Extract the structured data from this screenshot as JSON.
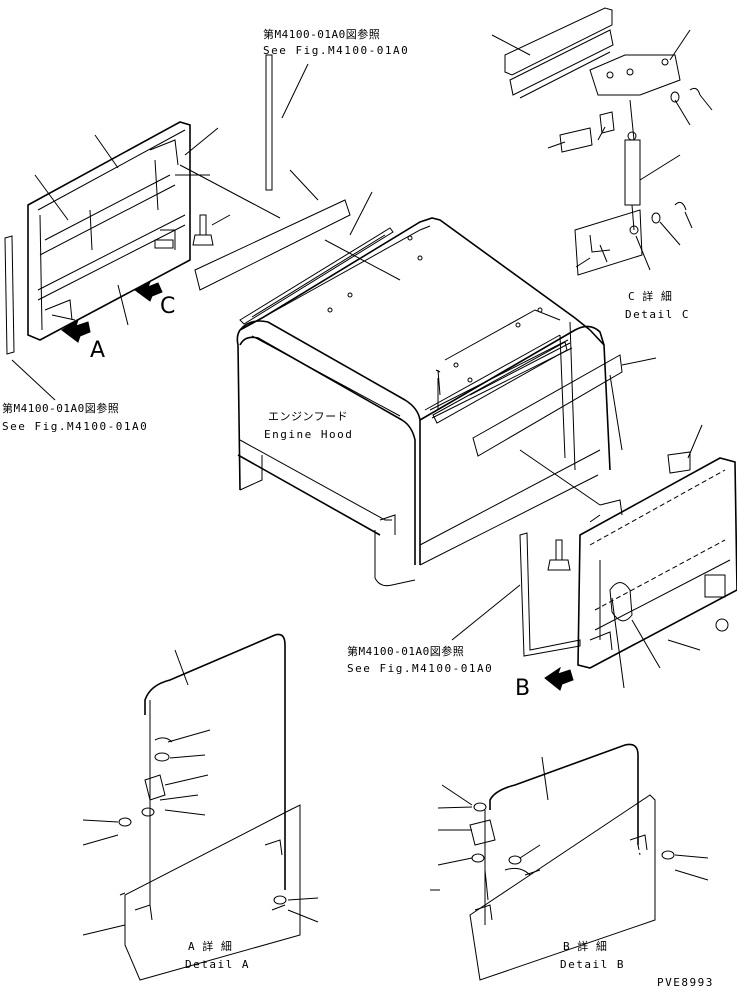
{
  "labels": {
    "ref_top_jp": "第M4100-01A0図参照",
    "ref_top_en": "See Fig.M4100-01A0",
    "ref_left_jp": "第M4100-01A0図参照",
    "ref_left_en": "See Fig.M4100-01A0",
    "ref_right_jp": "第M4100-01A0図参照",
    "ref_right_en": "See Fig.M4100-01A0",
    "hood_jp": "エンジンフード",
    "hood_en": "Engine Hood",
    "detail_c_jp": "C 詳 細",
    "detail_c_en": "Detail C",
    "detail_a_jp": "A 詳 細",
    "detail_a_en": "Detail A",
    "detail_b_jp": "B 詳 細",
    "detail_b_en": "Detail B",
    "view_a": "A",
    "view_b": "B",
    "view_c": "C",
    "drawing_no": "PVE8993"
  }
}
